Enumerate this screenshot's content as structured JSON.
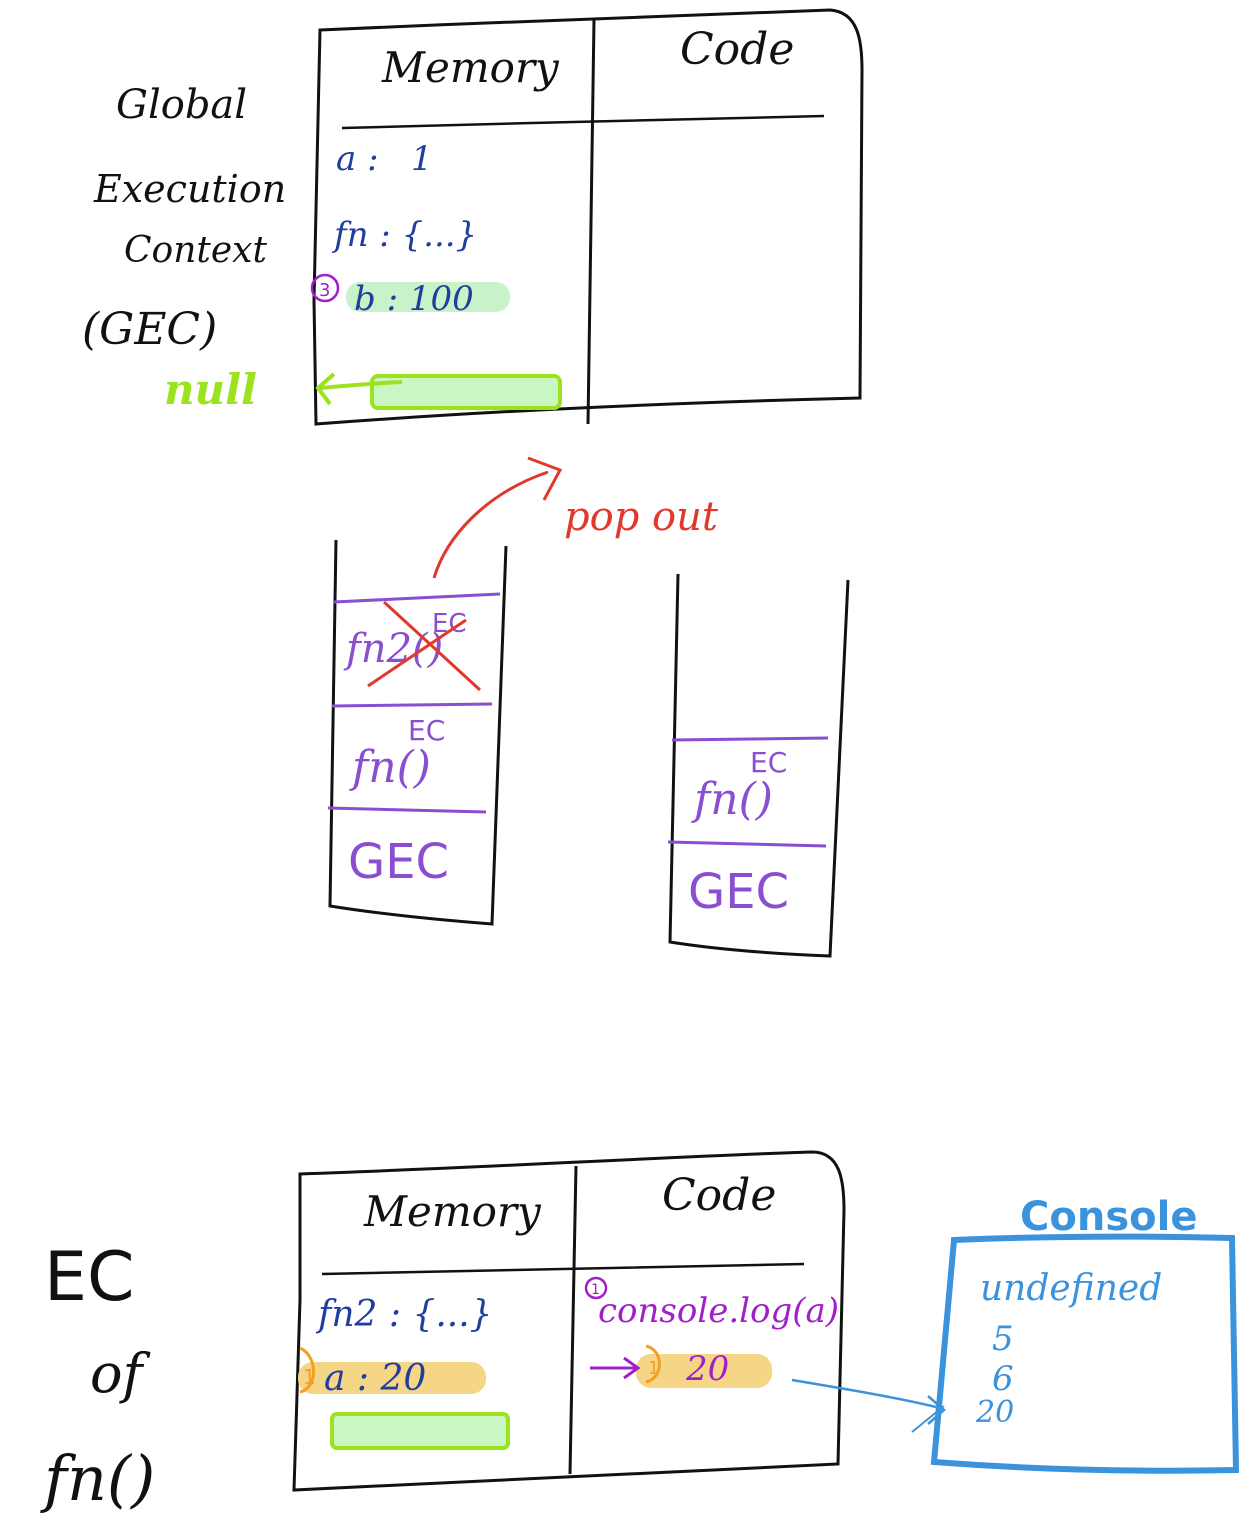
{
  "colors": {
    "ink": "#111111",
    "blue_ink": "#1f3e9e",
    "purple": "#8a4fd1",
    "red": "#e0392b",
    "lime": "#9be21f",
    "lime_fill": "#c9f7c2",
    "green_highlight": "#c8f2c8",
    "orange": "#f2a11f",
    "orange_highlight": "#f5d586",
    "magenta": "#a020c8",
    "console_blue": "#3a93db"
  },
  "gec_label": [
    "Global",
    "Execution",
    "Context",
    "(GEC)"
  ],
  "gec_box": {
    "memory_header": "Memory",
    "code_header": "Code",
    "memory_entries": [
      {
        "text": "a :   1",
        "highlight": false
      },
      {
        "text": "fn : {...}",
        "highlight": false
      },
      {
        "text": "b : 100",
        "highlight": true,
        "marker": "3"
      }
    ],
    "outer_env_label": "null"
  },
  "pop_label": "pop out",
  "stack_before": [
    "fn2()",
    "fn()",
    "GEC"
  ],
  "stack_before_ec_tags": [
    "EC",
    "EC"
  ],
  "stack_after": [
    "fn()",
    "GEC"
  ],
  "stack_after_ec_tags": [
    "EC"
  ],
  "ec_label": [
    "EC",
    "of",
    "fn()"
  ],
  "fn_box": {
    "memory_header": "Memory",
    "code_header": "Code",
    "memory_entries": [
      {
        "text": "fn2 : {...}",
        "highlight": false
      },
      {
        "text": "a : 20",
        "highlight": true,
        "marker": "1"
      }
    ],
    "code_entries": [
      {
        "text": "console.log(a)",
        "marker": "1"
      },
      {
        "text": "20",
        "marker": "1"
      }
    ]
  },
  "console": {
    "title": "Console",
    "lines": [
      "undefined",
      "5",
      "6",
      "20"
    ]
  }
}
